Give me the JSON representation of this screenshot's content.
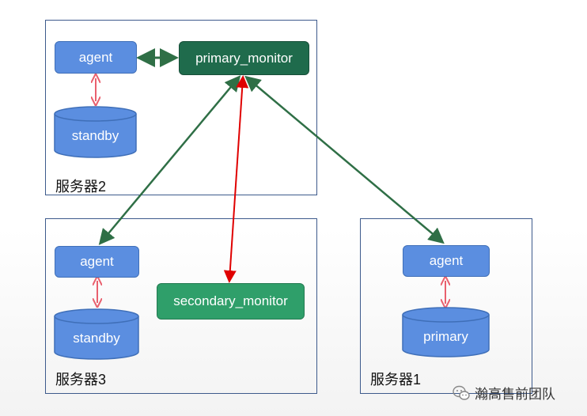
{
  "servers": {
    "server2": {
      "label": "服务器2"
    },
    "server3": {
      "label": "服务器3"
    },
    "server1": {
      "label": "服务器1"
    }
  },
  "nodes": {
    "agent_server2": "agent",
    "primary_monitor": "primary_monitor",
    "standby_db": "standby",
    "agent_server3": "agent",
    "secondary_monitor": "secondary_monitor",
    "standby_db_server3": "standby",
    "agent_server1": "agent",
    "primary_db": "primary"
  },
  "watermark": {
    "text": "瀚高售前团队",
    "icon": "wechat-icon"
  },
  "colors": {
    "agent_fill": "#5b8ee0",
    "primary_monitor_fill": "#1f6b4c",
    "secondary_monitor_fill": "#2f9f6a",
    "green_arrow": "#2f6f46",
    "red_arrow": "#e00000",
    "pink_arrow": "#e9606e",
    "box_border": "#3d5a8c"
  }
}
